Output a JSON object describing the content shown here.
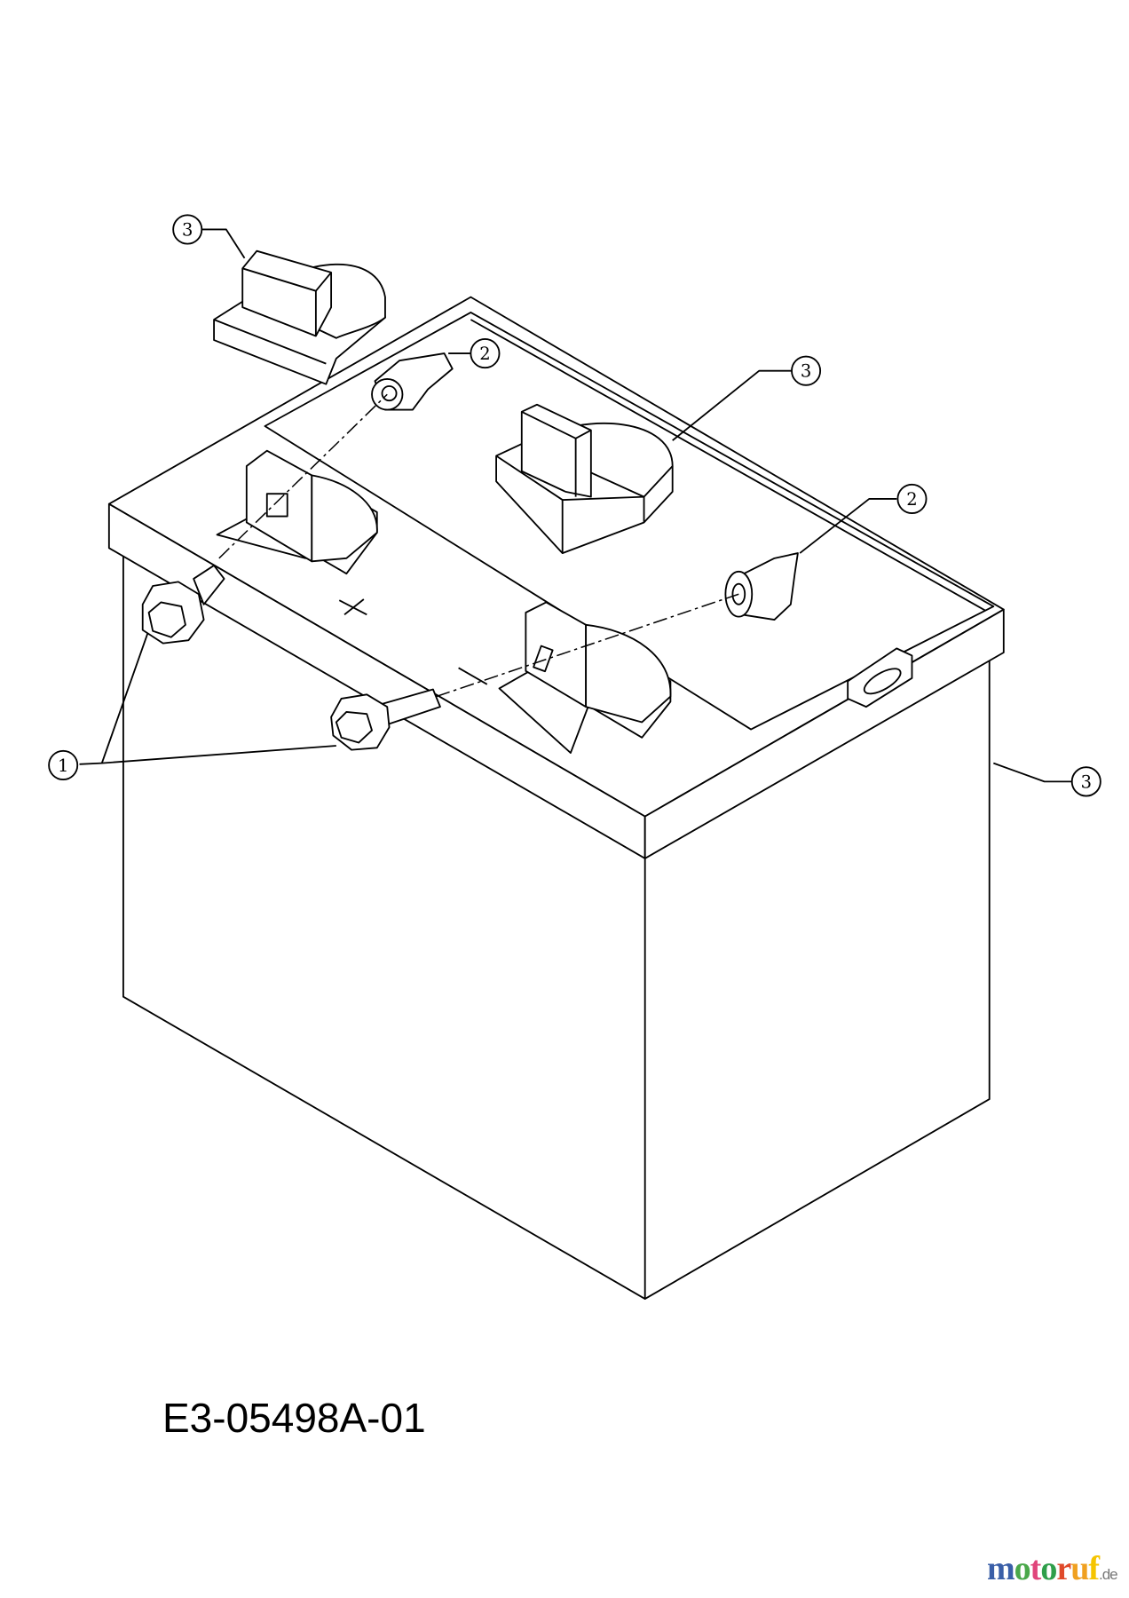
{
  "diagram": {
    "part_number": "E3-05498A-01",
    "callouts": [
      "1",
      "2",
      "2",
      "3",
      "3",
      "3"
    ],
    "terminal_marks": {
      "positive": "+",
      "negative": "−"
    }
  },
  "watermark": {
    "text": "motoruf",
    "suffix": ".de",
    "colors": [
      "#3a5fa8",
      "#4aa84a",
      "#e0457b",
      "#2f9e4a",
      "#e04a2a",
      "#f0a020",
      "#f5c400"
    ]
  }
}
